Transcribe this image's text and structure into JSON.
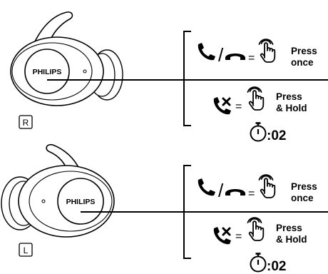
{
  "right_panel": {
    "side_label": "R",
    "brand": "PHILIPS",
    "row1": {
      "separator": "/",
      "equals": "=",
      "line1": "Press",
      "line2": "once"
    },
    "row2": {
      "equals": "=",
      "line1": "Press",
      "line2": "& Hold"
    },
    "timer": ":02"
  },
  "left_panel": {
    "side_label": "L",
    "brand": "PHILIPS",
    "row1": {
      "separator": "/",
      "equals": "=",
      "line1": "Press",
      "line2": "once"
    },
    "row2": {
      "equals": "=",
      "line1": "Press",
      "line2": "& Hold"
    },
    "timer": ":02"
  },
  "icons": [
    "phone-answer-icon",
    "phone-hangup-icon",
    "phone-reject-icon",
    "touch-hand-icon",
    "stopwatch-icon"
  ]
}
